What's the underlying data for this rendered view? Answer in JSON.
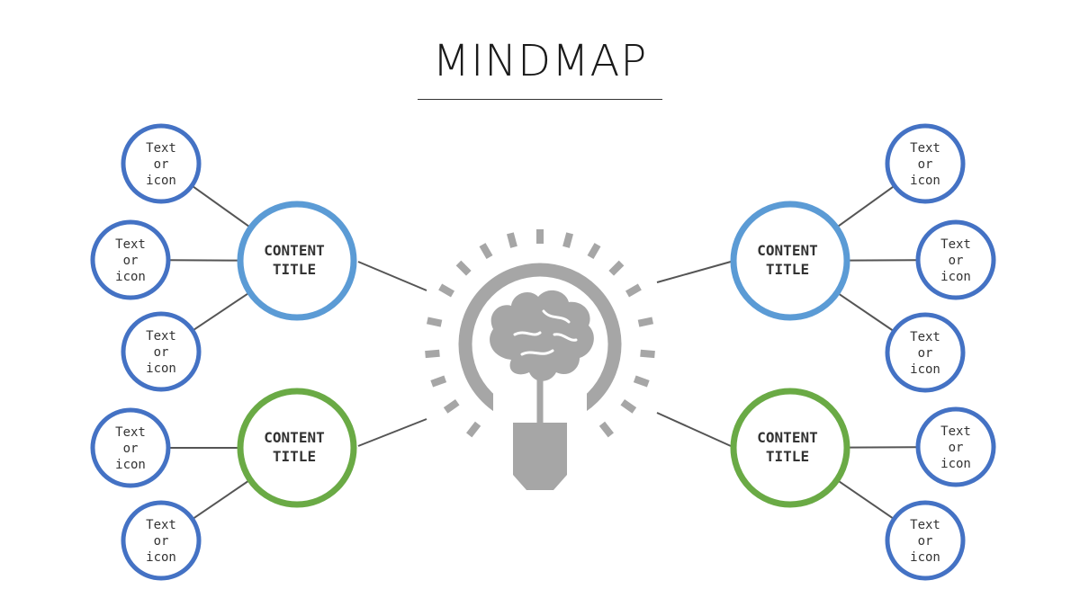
{
  "title": "MINDMAP",
  "colors": {
    "hub_blue": "#5B9BD5",
    "hub_green": "#6AAA45",
    "leaf_blue": "#4472C4",
    "connector": "#555555",
    "bulb": "#A6A6A6"
  },
  "center_icon": "lightbulb-brain-icon",
  "hubs": [
    {
      "id": "top-left",
      "line1": "CONTENT",
      "line2": "TITLE",
      "color": "blue"
    },
    {
      "id": "bottom-left",
      "line1": "CONTENT",
      "line2": "TITLE",
      "color": "green"
    },
    {
      "id": "top-right",
      "line1": "CONTENT",
      "line2": "TITLE",
      "color": "blue"
    },
    {
      "id": "bottom-right",
      "line1": "CONTENT",
      "line2": "TITLE",
      "color": "green"
    }
  ],
  "leaves": [
    {
      "hub": "top-left",
      "lines": [
        "Text",
        "or",
        "icon"
      ]
    },
    {
      "hub": "top-left",
      "lines": [
        "Text",
        "or",
        "icon"
      ]
    },
    {
      "hub": "top-left",
      "lines": [
        "Text",
        "or",
        "icon"
      ]
    },
    {
      "hub": "bottom-left",
      "lines": [
        "Text",
        "or",
        "icon"
      ]
    },
    {
      "hub": "bottom-left",
      "lines": [
        "Text",
        "or",
        "icon"
      ]
    },
    {
      "hub": "top-right",
      "lines": [
        "Text",
        "or",
        "icon"
      ]
    },
    {
      "hub": "top-right",
      "lines": [
        "Text",
        "or",
        "icon"
      ]
    },
    {
      "hub": "top-right",
      "lines": [
        "Text",
        "or",
        "icon"
      ]
    },
    {
      "hub": "bottom-right",
      "lines": [
        "Text",
        "or",
        "icon"
      ]
    },
    {
      "hub": "bottom-right",
      "lines": [
        "Text",
        "or",
        "icon"
      ]
    }
  ]
}
